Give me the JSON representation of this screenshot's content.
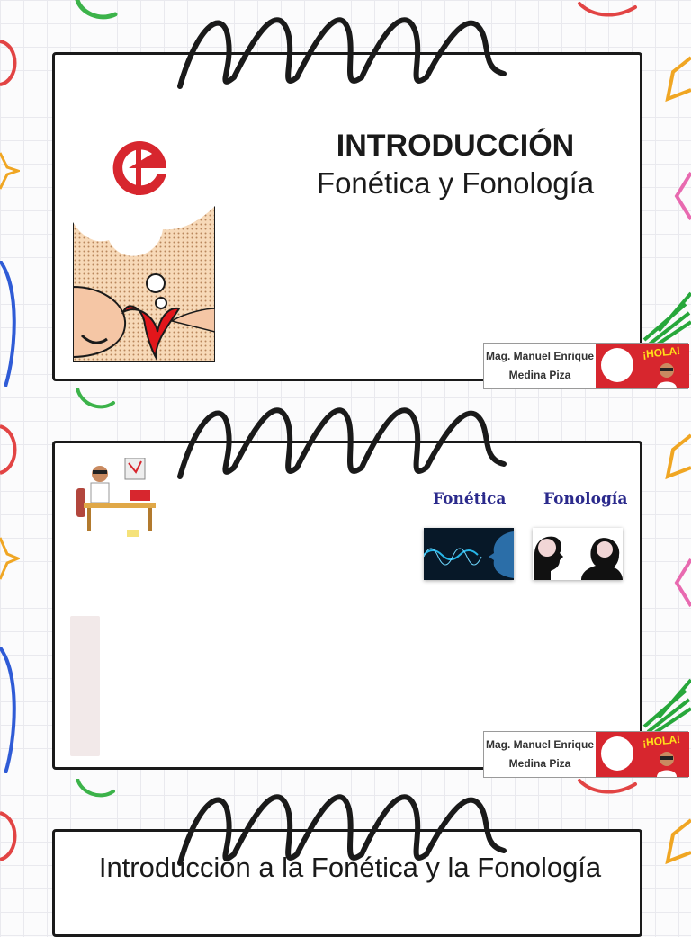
{
  "slides": [
    {
      "title": "INTRODUCCIÓN",
      "subtitle": "Fonética y Fonología",
      "author_line1": "Mag. Manuel Enrique",
      "author_line2": "Medina Piza",
      "badge_text": "¡HOLA!"
    },
    {
      "topic_left": "Fonética",
      "topic_right": "Fonología",
      "author_line1": "Mag. Manuel Enrique",
      "author_line2": "Medina Piza",
      "badge_text": "¡HOLA!"
    },
    {
      "title": "Introducción a la Fonética y la Fonología"
    }
  ],
  "colors": {
    "accent_red": "#d7262e",
    "topic_blue": "#2b2a8c",
    "border": "#1a1a1a"
  },
  "icons": [
    "paperclip-icon",
    "star-icon",
    "pencil-icon",
    "spiral-binding-icon",
    "logo-e-icon",
    "thought-bubble-icon",
    "teacher-avatar-icon"
  ]
}
